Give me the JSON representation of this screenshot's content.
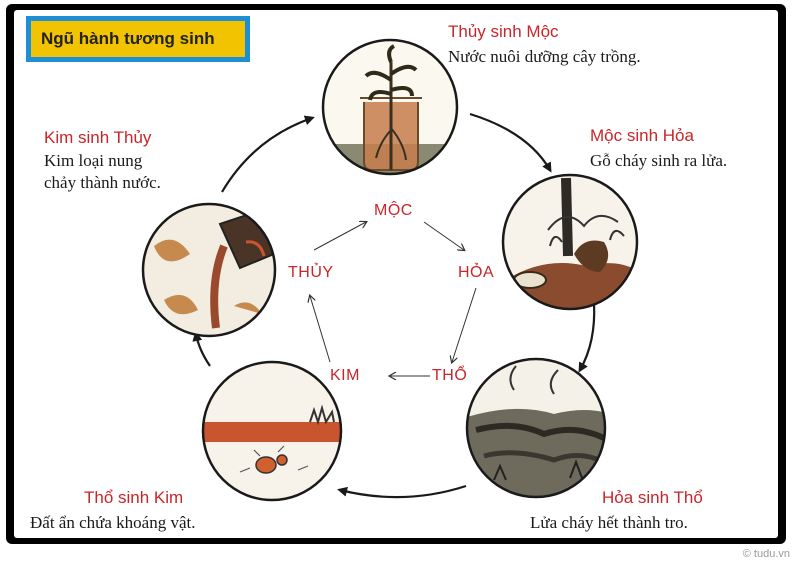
{
  "title": "Ngũ hành tương sinh",
  "watermark": "© tudu.vn",
  "relations": {
    "thuy_moc": {
      "title": "Thủy sinh Mộc",
      "text": [
        "Nước nuôi dưỡng cây trồng."
      ]
    },
    "moc_hoa": {
      "title": "Mộc sinh Hỏa",
      "text": [
        "Gỗ cháy sinh ra lửa."
      ]
    },
    "hoa_tho": {
      "title": "Hỏa sinh Thổ",
      "text": [
        "Lửa cháy hết thành tro."
      ]
    },
    "tho_kim": {
      "title": "Thổ sinh Kim",
      "text": [
        "Đất ẩn chứa khoáng vật."
      ]
    },
    "kim_thuy": {
      "title": "Kim sinh Thủy",
      "text": [
        "Kim loại nung",
        "chảy thành nước."
      ]
    }
  },
  "elements": {
    "moc": "MỘC",
    "hoa": "HỎA",
    "tho": "THỔ",
    "kim": "KIM",
    "thuy": "THỦY"
  }
}
